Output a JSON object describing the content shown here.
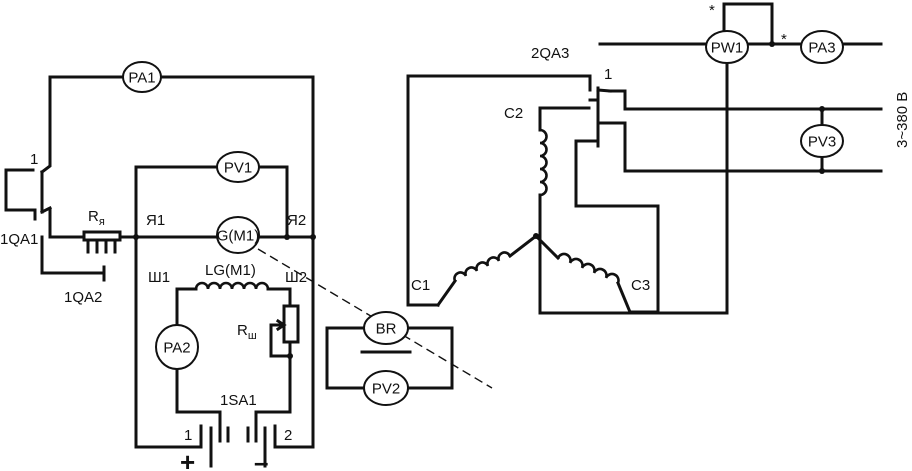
{
  "meters": {
    "pa1": "PA1",
    "pv1": "PV1",
    "gm": "G(M1)",
    "pa2": "PA2",
    "br": "BR",
    "pv2": "PV2",
    "pw1": "PW1",
    "pa3": "PA3",
    "pv3": "PV3"
  },
  "labels": {
    "qa1_pole": "1",
    "qa1": "1QA1",
    "qa2": "1QA2",
    "rya_main": "R",
    "rya_sub": "я",
    "ya1": "Я1",
    "ya2": "Я2",
    "sh1": "Ш1",
    "sh2": "Ш2",
    "lg": "LG(M1)",
    "rsh_main": "R",
    "rsh_sub": "ш",
    "sa1": "1SA1",
    "sa_pos1": "1",
    "sa_pos2": "2",
    "plus": "+",
    "minus": "–",
    "qa3": "2QA3",
    "qa3_pole": "1",
    "c1": "C1",
    "c2": "C2",
    "c3": "C3",
    "supply": "3~380 В",
    "star1": "*",
    "star2": "*"
  }
}
